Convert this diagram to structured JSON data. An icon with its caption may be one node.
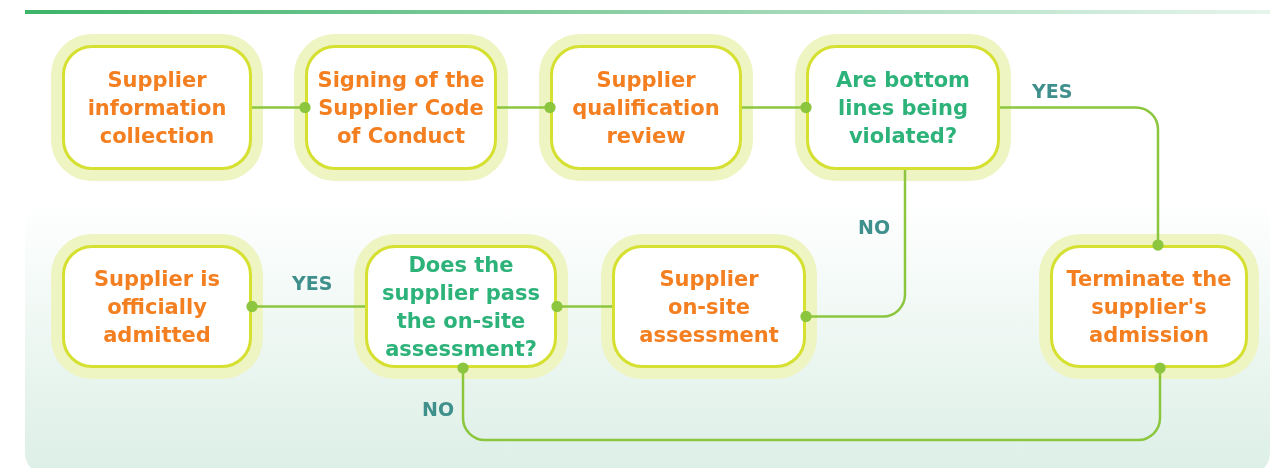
{
  "diagram": {
    "nodes": [
      {
        "text": [
          "Supplier information collection"
        ]
      },
      {
        "text": [
          "Signing of the Supplier Code of Conduct"
        ]
      },
      {
        "text": [
          "Supplier qualification review"
        ]
      },
      {
        "text": [
          "Are bottom lines being violated?"
        ]
      },
      {
        "text": [
          "Supplier is officially admitted"
        ]
      },
      {
        "text": [
          "Does the supplier pass the on-site assessment?"
        ]
      },
      {
        "text": [
          "Supplier on-site assessment"
        ]
      },
      {
        "text": [
          "Terminate the supplier's admission"
        ]
      }
    ],
    "edges": [
      {
        "from": 0,
        "to": 1,
        "arrow": "other"
      },
      {
        "from": 1,
        "to": 2,
        "arrow": "other"
      },
      {
        "from": 2,
        "to": 3,
        "arrow": "other"
      },
      {
        "from": 3,
        "to": 7,
        "arrow": "other",
        "label": "YES"
      },
      {
        "from": 3,
        "to": 6,
        "arrow": "other",
        "label": "NO"
      },
      {
        "from": 6,
        "to": 5,
        "arrow": "other"
      },
      {
        "from": 5,
        "to": 4,
        "arrow": "other",
        "label": "YES"
      },
      {
        "from": 5,
        "to": 7,
        "arrow": "other",
        "label": "NO"
      }
    ]
  }
}
